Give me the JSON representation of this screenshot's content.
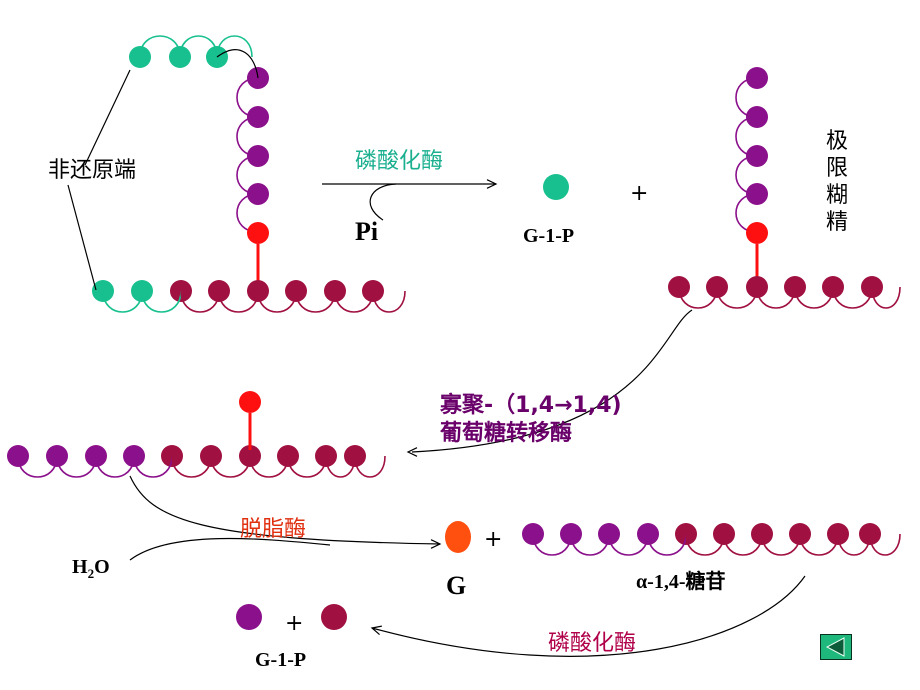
{
  "colors": {
    "teal": "#17c08e",
    "purple": "#8b108b",
    "maroon": "#a01040",
    "red": "#ff1010",
    "orange": "#ff5010",
    "purple_text": "#6a006a",
    "teal_text": "#1aaf8f",
    "red_text": "#e03010",
    "magenta_text": "#b0004a",
    "line": "#000000"
  },
  "labels": {
    "non_reducing_end": "非还原端",
    "phosphorylase_top": "磷酸化酶",
    "pi": "Pi",
    "g1p_top": "G-1-P",
    "plus": "+",
    "limit_dextrin": [
      "极",
      "限",
      "糊",
      "精"
    ],
    "transferase_line1": "寡聚-（1,4→1,4)",
    "transferase_line2": "葡萄糖转移酶",
    "debranching": "脱脂酶",
    "h2o_h": "H",
    "h2o_sub": "2",
    "h2o_o": "O",
    "g": "G",
    "alpha_glucan": "α-1,4-糖苷",
    "phosphorylase_bottom": "磷酸化酶",
    "g1p_bottom": "G-1-P"
  },
  "navigation": {
    "back_icon": "triangle-left-icon"
  }
}
